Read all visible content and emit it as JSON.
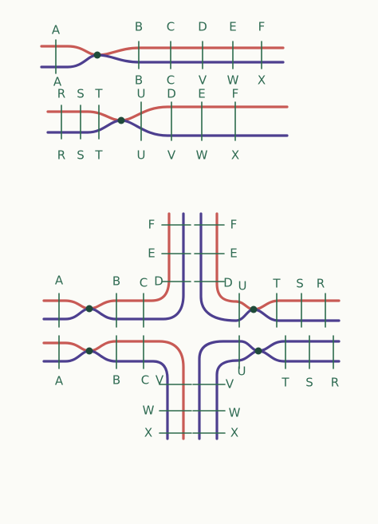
{
  "colors": {
    "paper": "#fbfbf7",
    "red_track": "#c85a55",
    "blue_track": "#4d3f8f",
    "pencil_green": "#2f6b52"
  },
  "top_diagram": {
    "row1_top": [
      "A",
      "B",
      "C",
      "D",
      "E",
      "F"
    ],
    "row1_bottom": [
      "A",
      "B",
      "C",
      "V",
      "W",
      "X"
    ],
    "row2_top": [
      "R",
      "S",
      "T",
      "U",
      "D",
      "E",
      "F"
    ],
    "row2_bottom": [
      "R",
      "S",
      "T",
      "U",
      "V",
      "W",
      "X"
    ]
  },
  "cross_diagram": {
    "north": [
      "F",
      "E",
      "D"
    ],
    "north_right": [
      "F",
      "E",
      "D"
    ],
    "west_top": [
      "A",
      "B",
      "C"
    ],
    "west_bottom": [
      "A",
      "B",
      "C"
    ],
    "east_top": [
      "U",
      "T",
      "S",
      "R"
    ],
    "east_bottom": [
      "U",
      "T",
      "S",
      "R"
    ],
    "south_left": [
      "V",
      "W",
      "X"
    ],
    "south_right": [
      "V",
      "W",
      "X"
    ]
  }
}
